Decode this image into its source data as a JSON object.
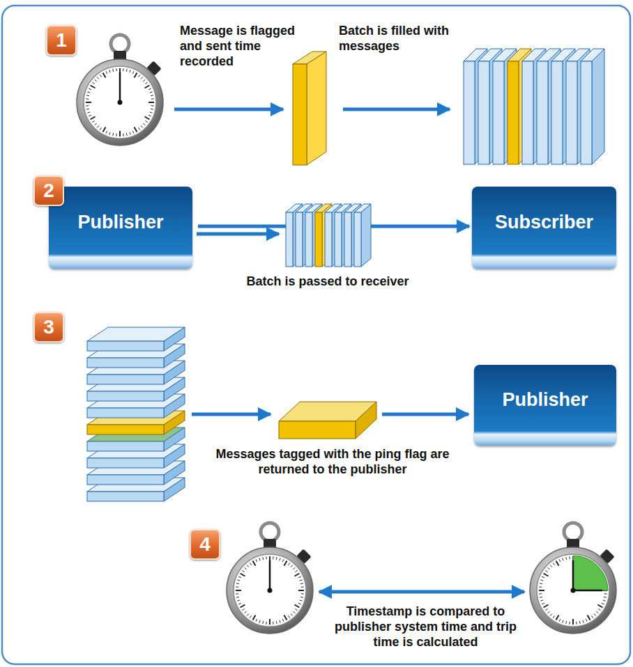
{
  "diagram": {
    "nodes": [
      {
        "text": [
          "Publisher"
        ]
      },
      {
        "text": [
          "Subscriber"
        ]
      },
      {
        "text": [
          "Publisher"
        ]
      }
    ],
    "edges": [
      {
        "from": 0,
        "to": 1,
        "arrow": "to"
      }
    ],
    "labels": [
      "1",
      "Message is flagged and sent time recorded",
      "Batch is filled with messages",
      "2",
      "Batch is passed to receiver",
      "3",
      "Messages tagged with the ping flag are returned to the publisher",
      "4",
      "Timestamp is compared to publisher system time and trip time is calculated"
    ]
  }
}
